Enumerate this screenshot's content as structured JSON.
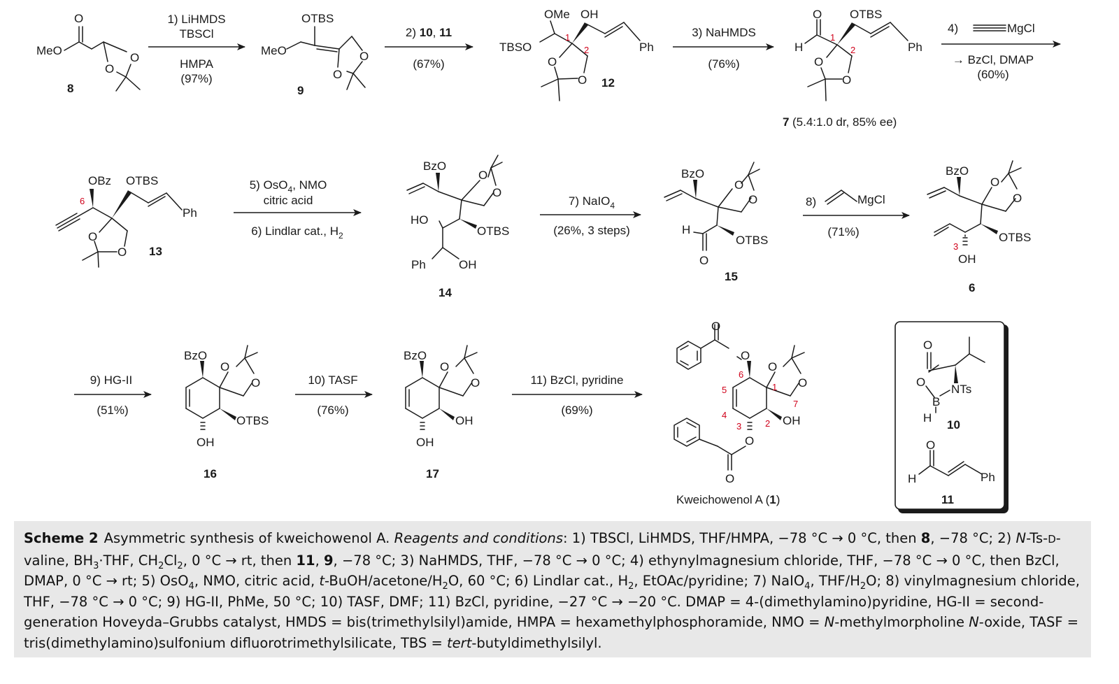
{
  "compounds": {
    "c8": "8",
    "c9": "9",
    "c12": "12",
    "c7": "7",
    "c7_note": "(5.4:1.0 dr, 85% ee)",
    "c13": "13",
    "c14": "14",
    "c15": "15",
    "c6": "6",
    "c16": "16",
    "c17": "17",
    "c1_name": "Kweichowenol A (",
    "c1_num": "1",
    "c1_close": ")",
    "c10": "10",
    "c11": "11"
  },
  "steps": {
    "s1_line1": "1) LiHMDS",
    "s1_line2": "TBSCl",
    "s1_line3": "HMPA",
    "s1_yield": "(97%)",
    "s2_prefix": "2) ",
    "s2_b1": "10",
    "s2_sep": ", ",
    "s2_b2": "11",
    "s2_yield": "(67%)",
    "s3": "3) NaHMDS",
    "s3_yield": "(76%)",
    "s4_num": "4)",
    "s4_reagent": "MgCl",
    "s4_line2": "→ BzCl, DMAP",
    "s4_yield": "(60%)",
    "s56_line1": "5) OsO",
    "s56_sub4": "4",
    "s56_line1b": ", NMO",
    "s56_line2": "citric acid",
    "s56_line3": "6) Lindlar cat., H",
    "s56_sub2": "2",
    "s7": "7) NaIO",
    "s7_sub": "4",
    "s7_yield": "(26%, 3 steps)",
    "s8_num": "8)",
    "s8_reagent": "MgCl",
    "s8_yield": "(71%)",
    "s9": "9) HG-II",
    "s9_yield": "(51%)",
    "s10": "10) TASF",
    "s10_yield": "(76%)",
    "s11": "11) BzCl, pyridine",
    "s11_yield": "(69%)"
  },
  "atoms": {
    "O": "O",
    "OTBS": "OTBS",
    "MeO": "MeO",
    "OMe": "OMe",
    "OH": "OH",
    "TBSO": "TBSO",
    "Ph": "Ph",
    "H": "H",
    "OBz": "OBz",
    "BzO": "BzO",
    "HO": "HO",
    "B": "B",
    "NTs": "NTs"
  },
  "locants": {
    "n1": "1",
    "n2": "2",
    "n3": "3",
    "n4": "4",
    "n5": "5",
    "n6": "6",
    "n7": "7"
  },
  "caption": {
    "title": "Scheme 2",
    "text1": "Asymmetric synthesis of kweichowenol A. ",
    "italic1": "Reagents and conditions",
    "text2": ": 1) TBSCl, LiHMDS, THF/HMPA, −78 °C → 0 °C, then ",
    "bold8": "8",
    "text3": ", −78 °C; 2) ",
    "italicN": "N",
    "text4": "-Ts-",
    "smallD": "D",
    "text5": "-valine, BH",
    "sub3": "3",
    "text6": "·THF, CH",
    "sub2a": "2",
    "text7": "Cl",
    "sub2b": "2",
    "text8": ", 0 °C → rt, then ",
    "bold11": "11",
    "text9": ", ",
    "bold9": "9",
    "text10": ", −78 °C; 3) NaHMDS, THF, −78 °C → 0 °C; 4) ethynylmagnesium chloride, THF, −78 °C → 0 °C, then BzCl, DMAP, 0 °C → rt; 5) OsO",
    "sub4": "4",
    "text11": ", NMO, citric acid, ",
    "italicT": "t",
    "text12": "-BuOH/acetone/H",
    "sub2c": "2",
    "text13": "O, 60 °C; 6) Lindlar cat., H",
    "sub2d": "2",
    "text14": ", EtOAc/pyridine; 7) NaIO",
    "sub4b": "4",
    "text15": ", THF/H",
    "sub2e": "2",
    "text16": "O; 8) vinylmagnesium chloride, THF, −78 °C → 0 °C; 9) HG-II, PhMe, 50 °C; 10) TASF, DMF; 11) BzCl, pyridine, −27 °C → −20 °C. DMAP = 4-(dimethylamino)pyridine, HG-II = second-generation Hoveyda–Grubbs catalyst, HMDS = bis(trimethylsilyl)amide, HMPA = hexamethylphosphoramide, NMO = ",
    "italicN2": "N",
    "text17": "-methylmorpholine ",
    "italicN3": "N",
    "text18": "-oxide, TASF = tris(dimethylamino)sulfonium difluorotrimethylsilicate, TBS = ",
    "italicTert": "tert",
    "text19": "-butyldimethylsilyl."
  }
}
